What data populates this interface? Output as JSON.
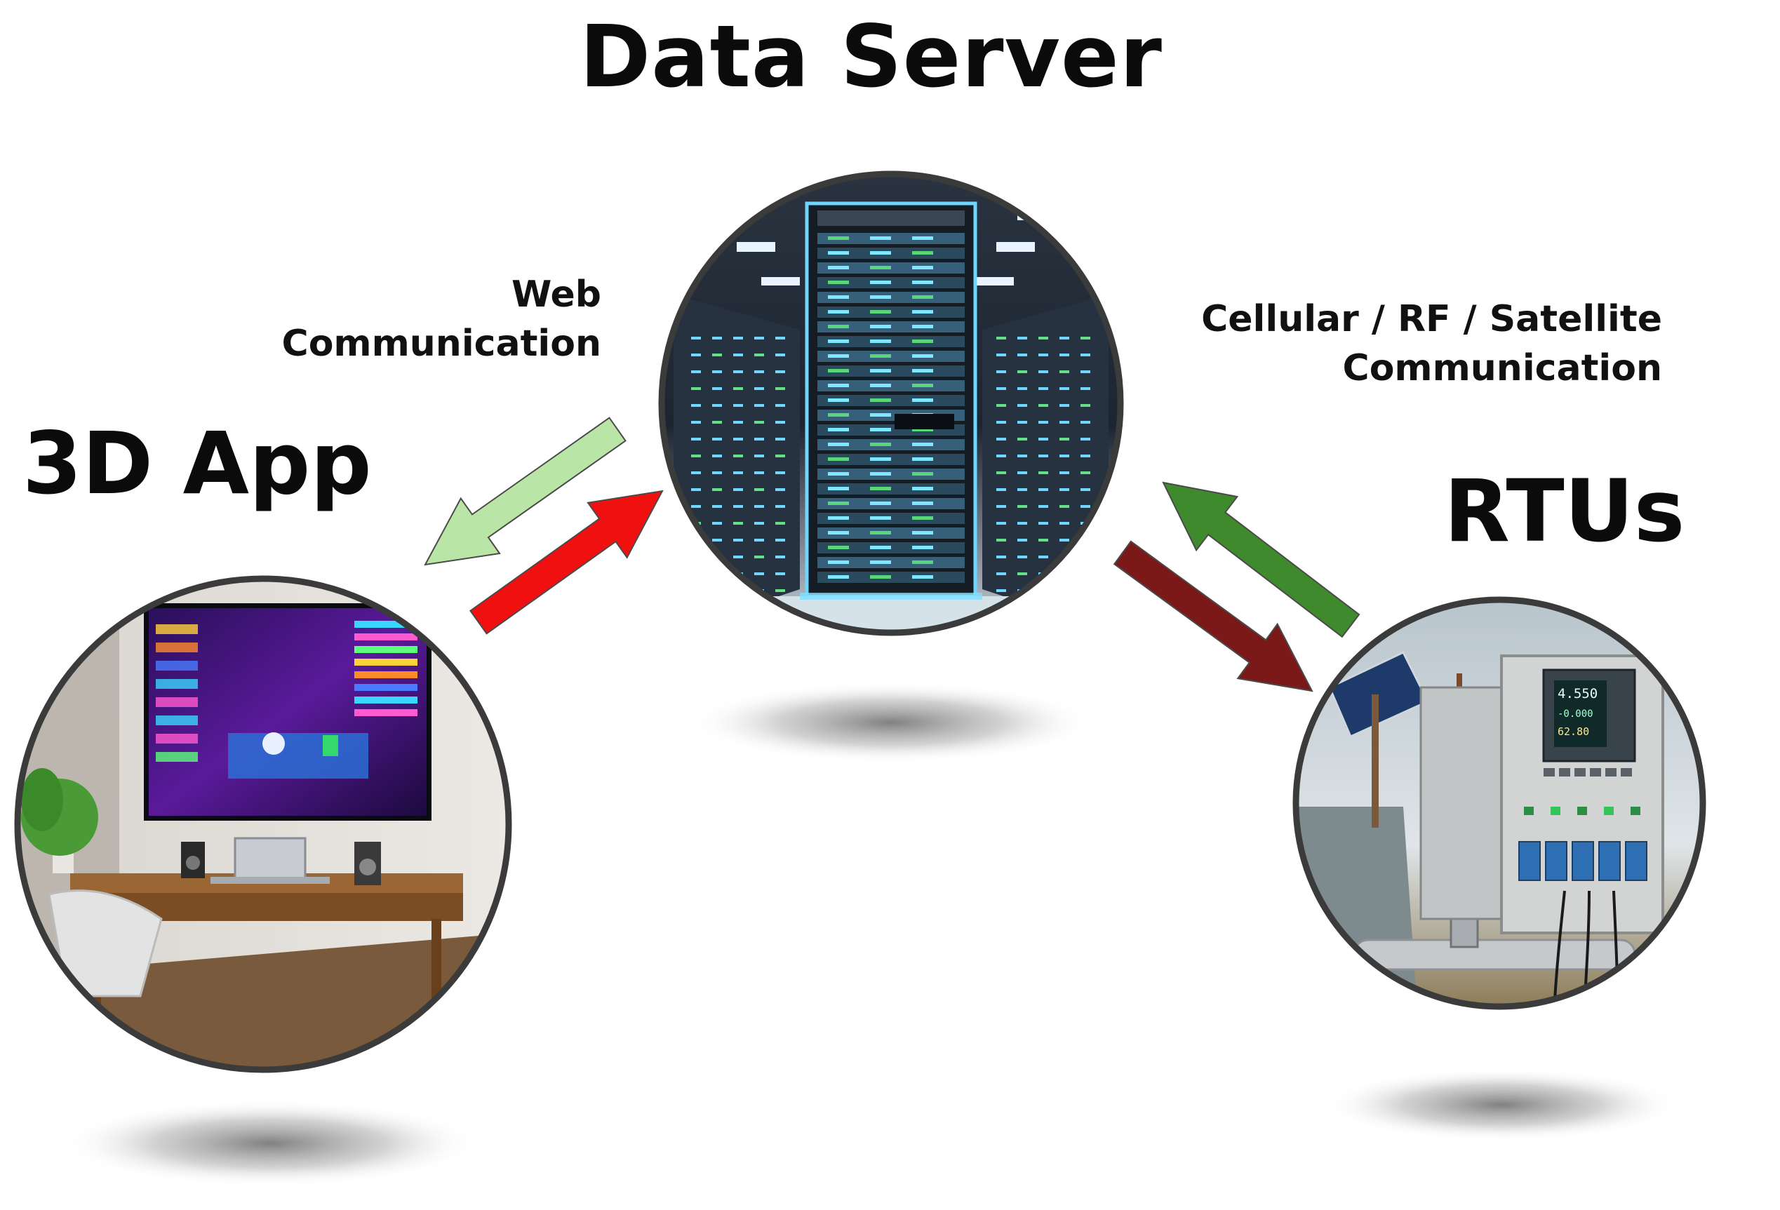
{
  "titles": {
    "server": "Data Server",
    "app": "3D App",
    "rtu": "RTUs"
  },
  "labels": {
    "web": [
      "Web",
      "Communication"
    ],
    "cellular": [
      "Cellular / RF / Satellite",
      "Communication"
    ]
  },
  "nodes": [
    {
      "id": "server",
      "depicts": "server-rack-datacenter"
    },
    {
      "id": "app",
      "depicts": "wall-display-desk"
    },
    {
      "id": "rtu",
      "depicts": "field-rtu-cabinet"
    }
  ],
  "arrows": [
    {
      "from": "server",
      "to": "app",
      "color": "#b9e6a6"
    },
    {
      "from": "app",
      "to": "server",
      "color": "#f01010"
    },
    {
      "from": "server",
      "to": "rtu",
      "color": "#7b1818"
    },
    {
      "from": "rtu",
      "to": "server",
      "color": "#3f8a2c"
    }
  ],
  "rtu_display": [
    "4.550",
    "-0.000",
    "62.80"
  ]
}
